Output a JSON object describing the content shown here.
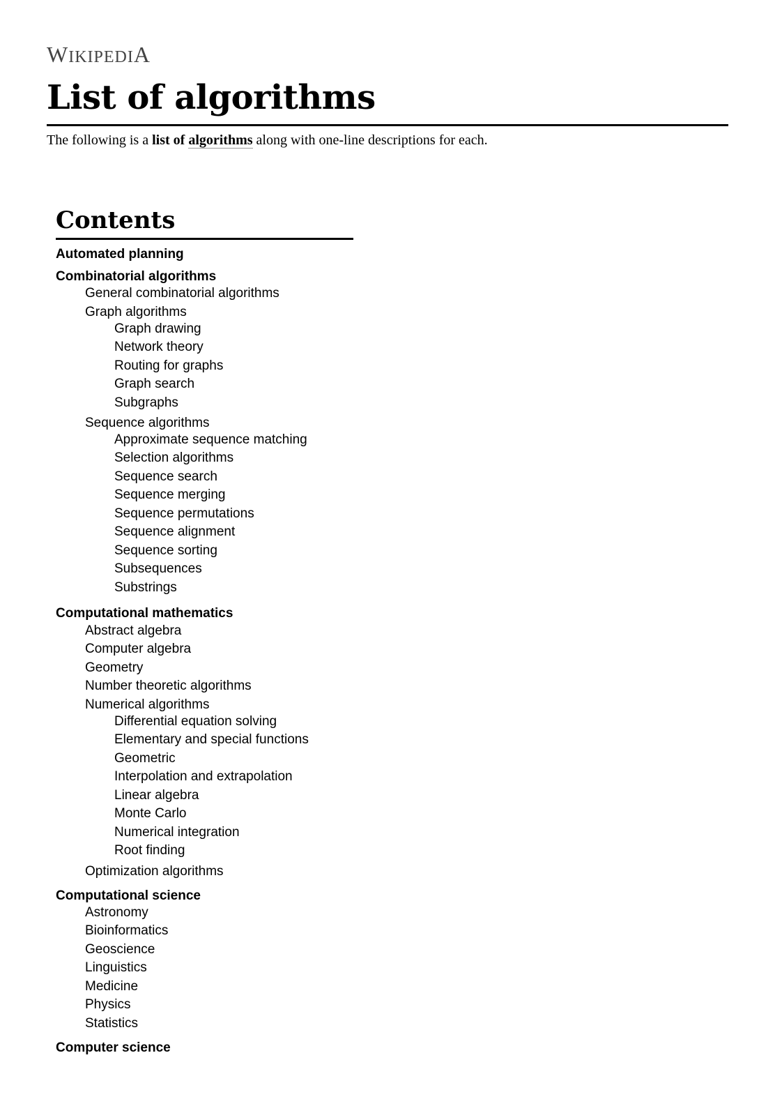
{
  "logo": {
    "first": "W",
    "small": "IKIPEDI",
    "last": "A"
  },
  "title": "List of algorithms",
  "intro": {
    "before": "The following is a ",
    "bold_text": "list of ",
    "link_text": "algorithms",
    "after": " along with one-line descriptions for each."
  },
  "contents": {
    "heading": "Contents",
    "items": [
      {
        "label": "Automated planning",
        "level": 1
      },
      {
        "label": "Combinatorial algorithms",
        "level": 1
      },
      {
        "label": "General combinatorial algorithms",
        "level": 2
      },
      {
        "label": "Graph algorithms",
        "level": 2
      },
      {
        "label": "Graph drawing",
        "level": 3
      },
      {
        "label": "Network theory",
        "level": 3
      },
      {
        "label": "Routing for graphs",
        "level": 3
      },
      {
        "label": "Graph search",
        "level": 3
      },
      {
        "label": "Subgraphs",
        "level": 3
      },
      {
        "label": "Sequence algorithms",
        "level": 2
      },
      {
        "label": "Approximate sequence matching",
        "level": 3
      },
      {
        "label": "Selection algorithms",
        "level": 3
      },
      {
        "label": "Sequence search",
        "level": 3
      },
      {
        "label": "Sequence merging",
        "level": 3
      },
      {
        "label": "Sequence permutations",
        "level": 3
      },
      {
        "label": "Sequence alignment",
        "level": 3
      },
      {
        "label": "Sequence sorting",
        "level": 3
      },
      {
        "label": "Subsequences",
        "level": 3
      },
      {
        "label": "Substrings",
        "level": 3
      },
      {
        "label": "Computational mathematics",
        "level": 1
      },
      {
        "label": "Abstract algebra",
        "level": 2
      },
      {
        "label": "Computer algebra",
        "level": 2
      },
      {
        "label": "Geometry",
        "level": 2
      },
      {
        "label": "Number theoretic algorithms",
        "level": 2
      },
      {
        "label": "Numerical algorithms",
        "level": 2
      },
      {
        "label": "Differential equation solving",
        "level": 3
      },
      {
        "label": "Elementary and special functions",
        "level": 3
      },
      {
        "label": "Geometric",
        "level": 3
      },
      {
        "label": "Interpolation and extrapolation",
        "level": 3
      },
      {
        "label": "Linear algebra",
        "level": 3
      },
      {
        "label": "Monte Carlo",
        "level": 3
      },
      {
        "label": "Numerical integration",
        "level": 3
      },
      {
        "label": "Root finding",
        "level": 3
      },
      {
        "label": "Optimization algorithms",
        "level": 2
      },
      {
        "label": "Computational science",
        "level": 1
      },
      {
        "label": "Astronomy",
        "level": 2
      },
      {
        "label": "Bioinformatics",
        "level": 2
      },
      {
        "label": "Geoscience",
        "level": 2
      },
      {
        "label": "Linguistics",
        "level": 2
      },
      {
        "label": "Medicine",
        "level": 2
      },
      {
        "label": "Physics",
        "level": 2
      },
      {
        "label": "Statistics",
        "level": 2
      },
      {
        "label": "Computer science",
        "level": 1
      }
    ]
  }
}
